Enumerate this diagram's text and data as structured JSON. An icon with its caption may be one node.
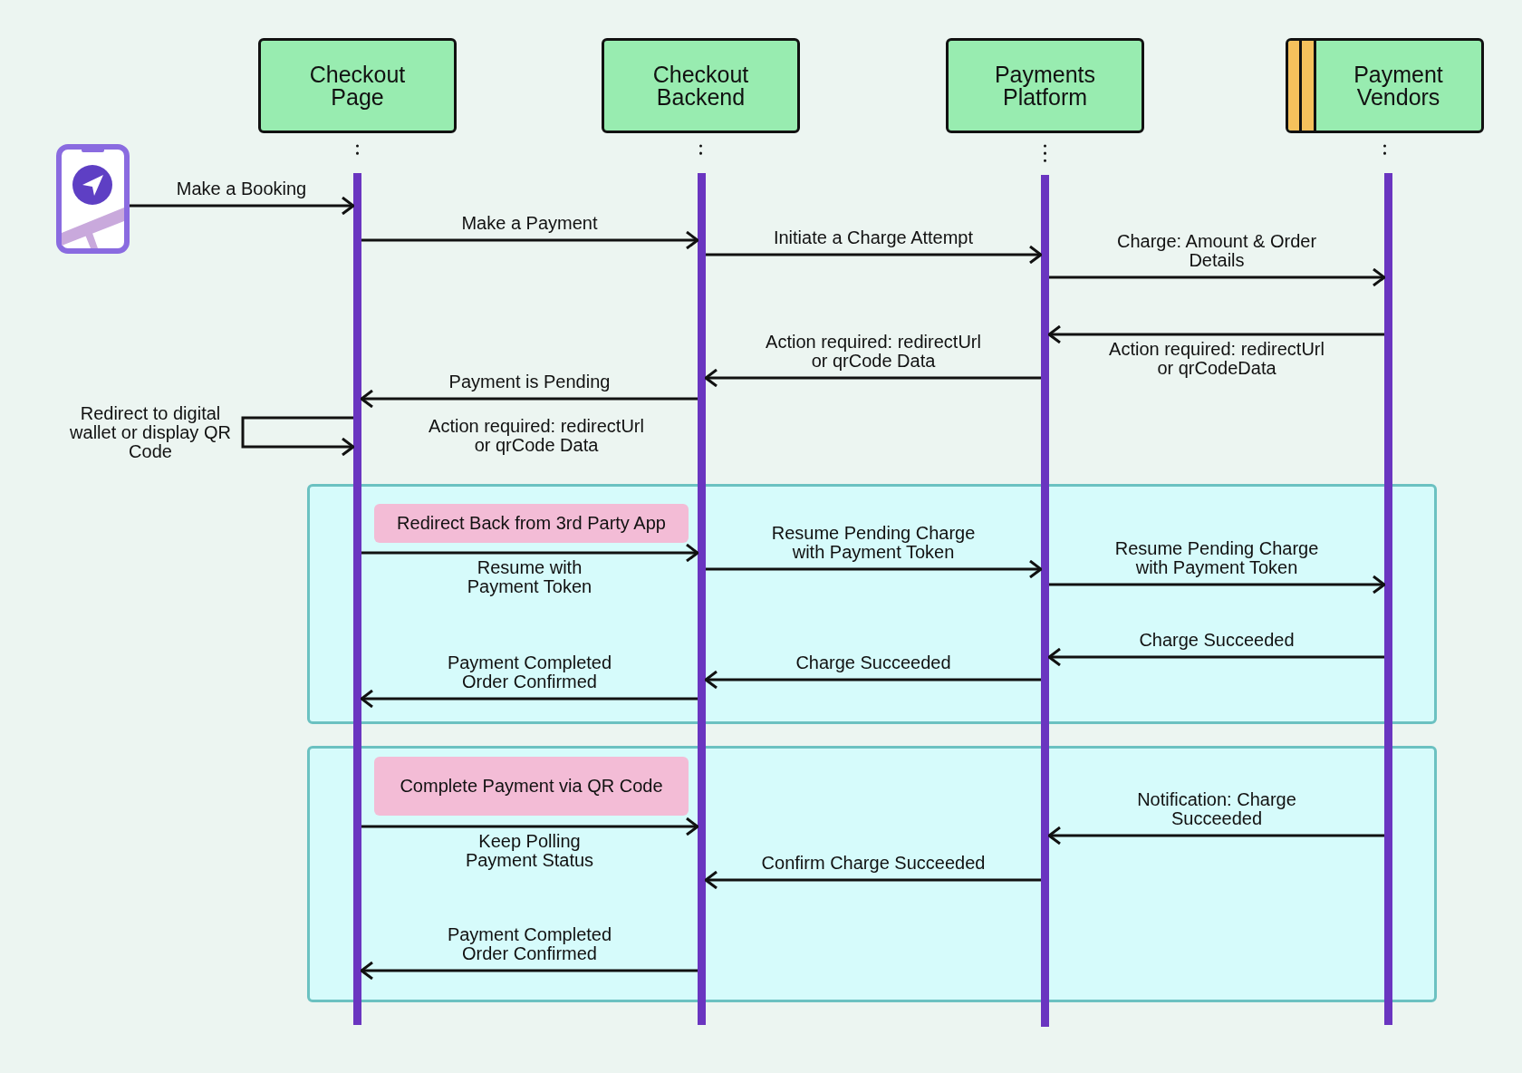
{
  "diagram": {
    "nodes": [
      {
        "text": [
          "Checkout Page"
        ]
      },
      {
        "text": [
          "Checkout Backend"
        ]
      },
      {
        "text": [
          "Payments Platform"
        ]
      },
      {
        "text": [
          "Payment Vendors"
        ]
      },
      {
        "text": [],
        "shape": "picture"
      },
      {
        "text": [],
        "shape": "bar"
      },
      {
        "text": [],
        "shape": "bar"
      },
      {
        "text": [],
        "shape": "bar"
      },
      {
        "text": [],
        "shape": "bar"
      },
      {
        "text": [],
        "shape": "box"
      },
      {
        "text": [
          "Redirect Back from 3rd Party App"
        ],
        "in": 9
      },
      {
        "text": [],
        "shape": "box"
      },
      {
        "text": [
          "Complete Payment via QR Code"
        ],
        "in": 11
      }
    ],
    "edges": [
      {
        "from": 0,
        "to": 5,
        "arrow": "none",
        "style": "dashed"
      },
      {
        "from": 1,
        "to": 6,
        "arrow": "none",
        "style": "dashed"
      },
      {
        "from": 2,
        "to": 7,
        "arrow": "none",
        "style": "dashed"
      },
      {
        "from": 3,
        "to": 8,
        "arrow": "none",
        "style": "dashed"
      },
      {
        "from": 4,
        "to": 5,
        "arrow": "to",
        "label": "Make a Booking"
      },
      {
        "from": 5,
        "to": 6,
        "arrow": "to",
        "label": "Make a Payment"
      },
      {
        "from": 6,
        "to": 7,
        "arrow": "to",
        "label": "Initiate a Charge Attempt"
      },
      {
        "from": 7,
        "to": 8,
        "arrow": "to",
        "label": "Charge: Amount & Order Details"
      },
      {
        "from": 8,
        "to": 7,
        "arrow": "to",
        "label": "Action required: redirectUrl or qrCodeData"
      },
      {
        "from": 7,
        "to": 6,
        "arrow": "to",
        "label": "Action required: redirectUrl or qrCode Data"
      },
      {
        "from": 6,
        "to": 5,
        "arrow": "to",
        "label": "Payment is Pending"
      },
      {
        "from": 5,
        "to": 5,
        "arrow": "to",
        "label": "Redirect to digital wallet or display QR Code"
      },
      {
        "from": 5,
        "to": 6,
        "arrow": "to",
        "label": "Resume with Payment Token"
      },
      {
        "from": 6,
        "to": 7,
        "arrow": "to",
        "label": "Resume Pending Charge with Payment Token"
      },
      {
        "from": 7,
        "to": 8,
        "arrow": "to",
        "label": "Resume Pending Charge with Payment Token"
      },
      {
        "from": 8,
        "to": 7,
        "arrow": "to",
        "label": "Charge Succeeded"
      },
      {
        "from": 7,
        "to": 6,
        "arrow": "to",
        "label": "Charge Succeeded"
      },
      {
        "from": 6,
        "to": 5,
        "arrow": "to",
        "label": "Payment Completed Order Confirmed"
      },
      {
        "from": 5,
        "to": 6,
        "arrow": "to",
        "label": "Keep Polling Payment Status"
      },
      {
        "from": 8,
        "to": 7,
        "arrow": "to",
        "label": "Notification: Charge Succeeded"
      },
      {
        "from": 7,
        "to": 6,
        "arrow": "to",
        "label": "Confirm Charge Succeeded"
      },
      {
        "from": 6,
        "to": 5,
        "arrow": "to",
        "label": "Payment Completed Order Confirmed"
      }
    ],
    "labels": [
      "Action required: redirectUrl or qrCode Data"
    ]
  }
}
